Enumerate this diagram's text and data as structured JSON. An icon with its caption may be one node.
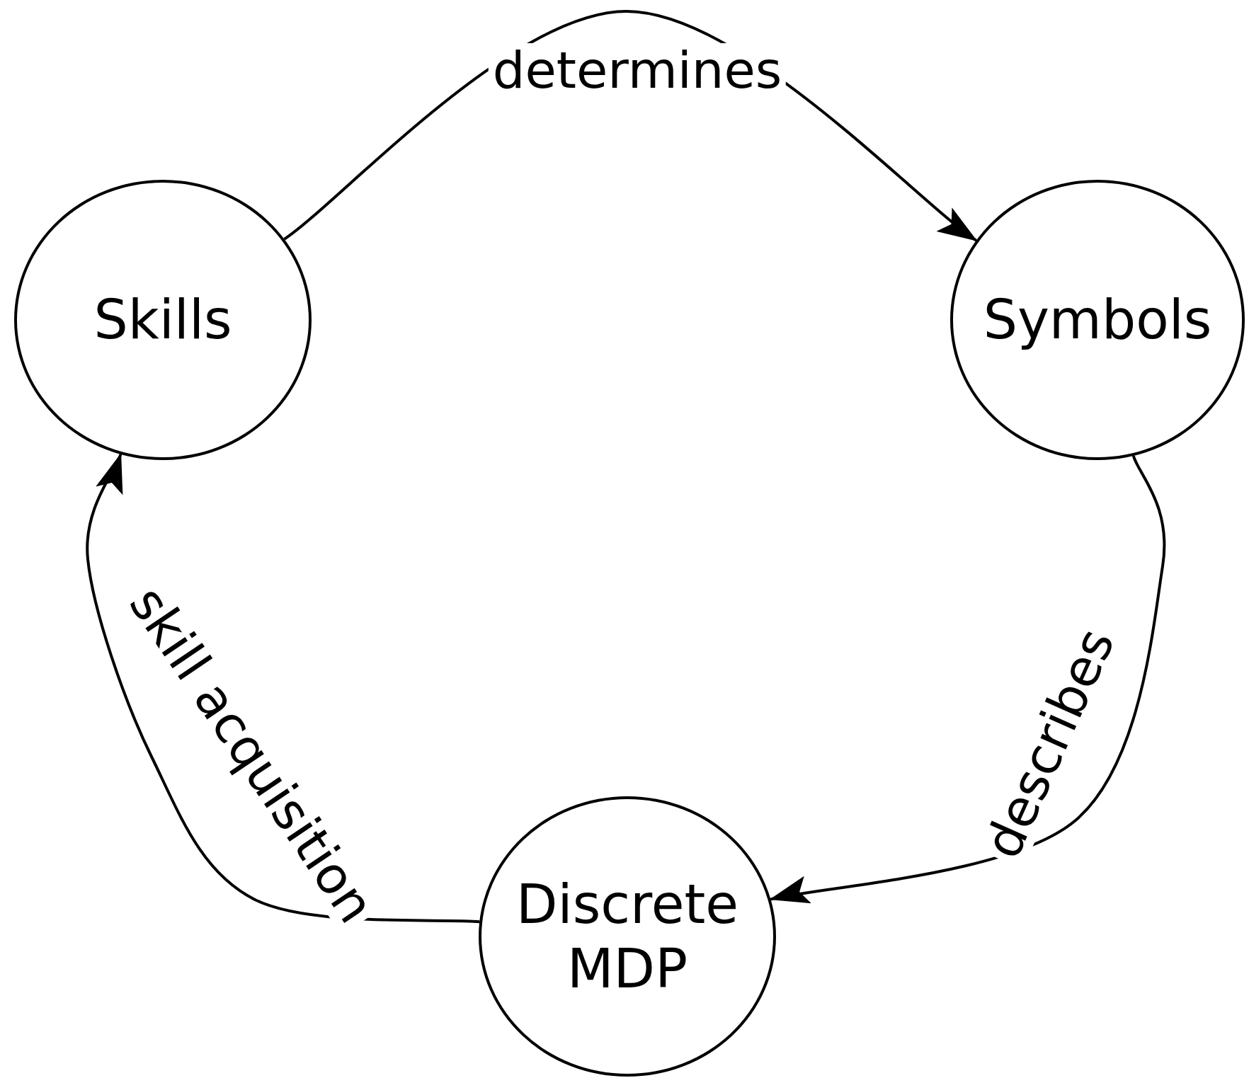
{
  "diagram": {
    "nodes": [
      {
        "text": [
          "Skills"
        ]
      },
      {
        "text": [
          "Symbols"
        ]
      },
      {
        "text": [
          "Discrete MDP"
        ]
      }
    ],
    "edges": [
      {
        "from": 0,
        "to": 1,
        "arrow": "to",
        "label": "determines"
      },
      {
        "from": 1,
        "to": 2,
        "arrow": "to",
        "label": "describes"
      },
      {
        "from": 2,
        "to": 0,
        "arrow": "to",
        "label": "skill acquisition"
      }
    ]
  }
}
